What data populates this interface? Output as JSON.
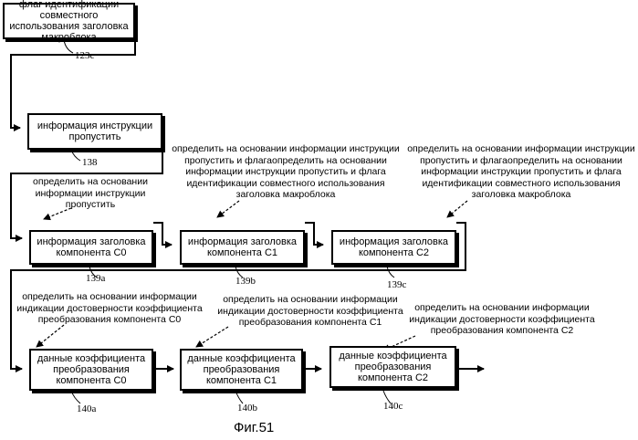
{
  "boxes": {
    "flag": "флаг идентификации совместного использования заголовка макроблока",
    "skip_info": "информация инструкции пропустить",
    "header_c0": "информация заголовка компонента C0",
    "header_c1": "информация заголовка компонента C1",
    "header_c2": "информация заголовка компонента C2",
    "coef_c0": "данные коэффициента преобразования компонента C0",
    "coef_c1": "данные коэффициента преобразования компонента C1",
    "coef_c2": "данные коэффициента преобразования компонента C2"
  },
  "refs": {
    "flag": "123c",
    "skip_info": "138",
    "header_c0": "139a",
    "header_c1": "139b",
    "header_c2": "139c",
    "coef_c0": "140a",
    "coef_c1": "140b",
    "coef_c2": "140c"
  },
  "annotations": {
    "a_c0": "определить на основании информации инструкции пропустить",
    "a_c1": "определить на основании информации инструкции пропустить и флагаопределить на основании информации инструкции пропустить и флага идентификации совместного использования заголовка макроблока",
    "a_c2": "определить на основании информации инструкции пропустить и флагаопределить на основании информации инструкции пропустить и флага идентификации совместного использования заголовка макроблока",
    "b_c0": "определить на основании информации индикации достоверности коэффициента преобразования компонента C0",
    "b_c1": "определить на основании информации индикации достоверности коэффициента преобразования компонента C1",
    "b_c2": "определить на основании информации индикации достоверности коэффициента преобразования компонента C2"
  },
  "figure_caption": "Фиг.51"
}
